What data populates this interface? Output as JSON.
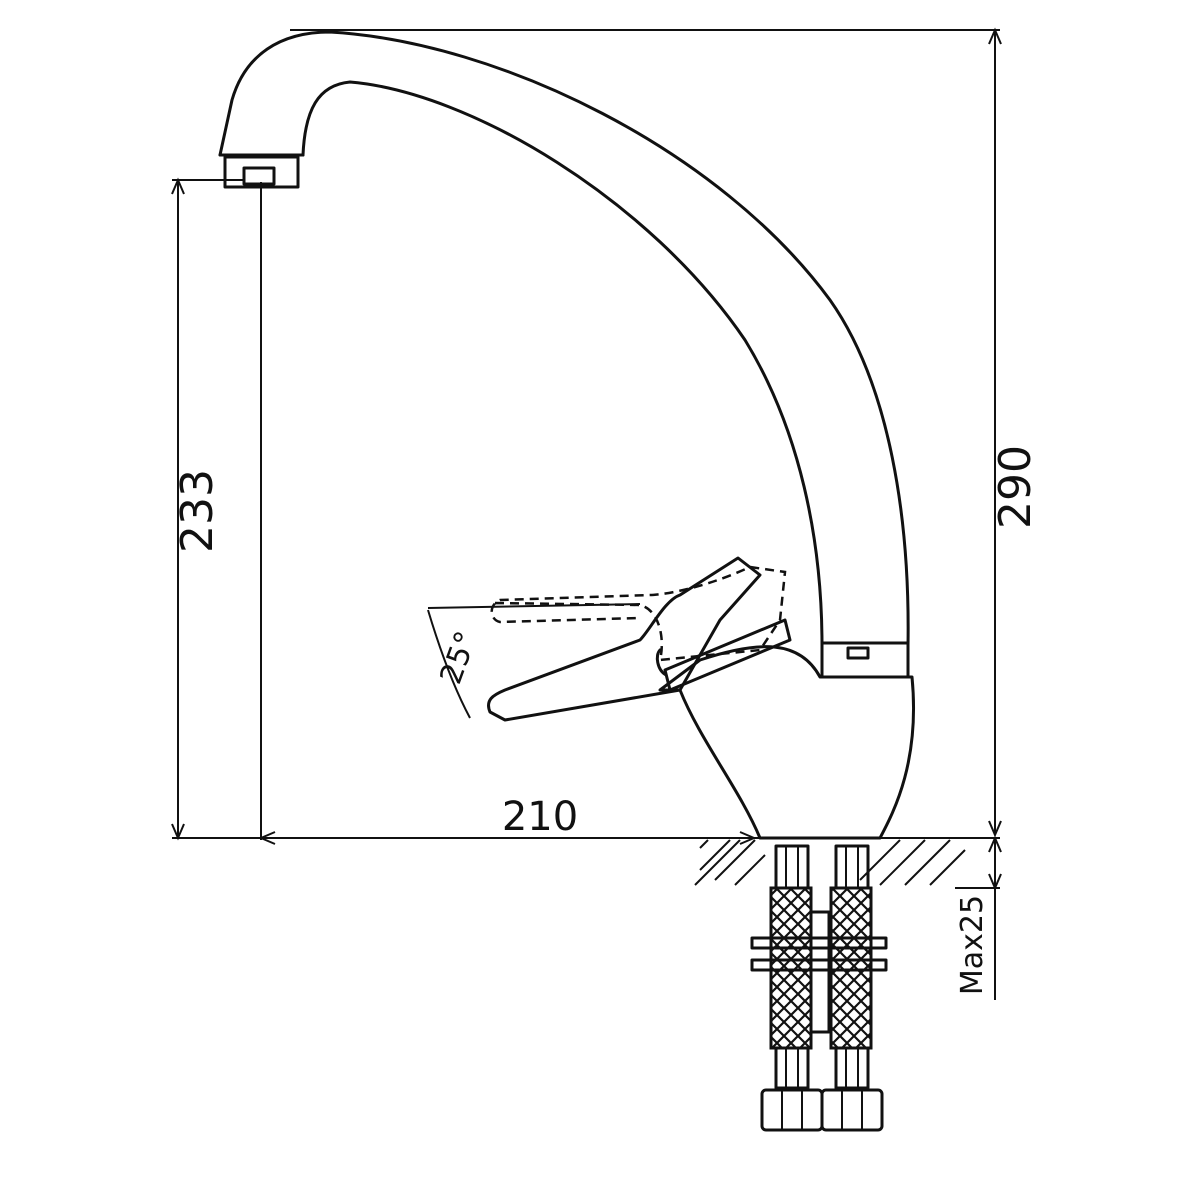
{
  "dimensions": {
    "spout_height": "233",
    "total_height": "290",
    "reach": "210",
    "lever_angle": "25°",
    "max_thickness": "Max25"
  },
  "colors": {
    "line": "#111111",
    "background": "#ffffff"
  }
}
